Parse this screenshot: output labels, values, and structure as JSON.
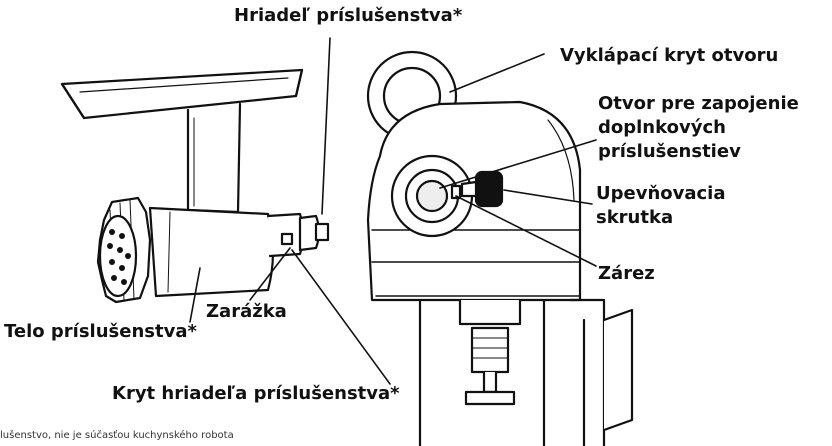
{
  "callouts": {
    "accessory_shaft": "Hriadeľ príslušenstva*",
    "hinged_cover": "Vyklápací kryt otvoru",
    "outlet_line1": "Otvor pre zapojenie",
    "outlet_line2": "doplnkových",
    "outlet_line3": "príslušenstiev",
    "knob_line1": "Upevňovacia",
    "knob_line2": "skrutka",
    "notch": "Zárez",
    "stopper": "Zarážka",
    "accessory_body": "Telo príslušenstva*",
    "shaft_cover": "Kryt hriadeľa príslušenstva*"
  },
  "footnote": "lušenstvo, nie je súčasťou kuchynského robota",
  "colors": {
    "ink": "#111111",
    "paper": "#ffffff",
    "shade": "#d9d9d9"
  }
}
